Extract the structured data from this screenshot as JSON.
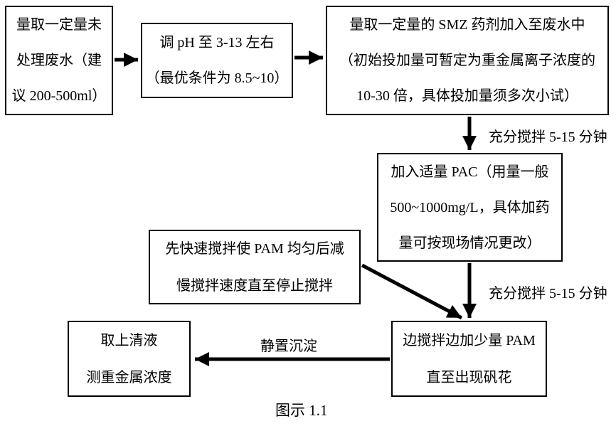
{
  "diagram": {
    "caption": "图示 1.1",
    "boxes": {
      "measure_wastewater": {
        "lines": [
          "量取一定量未",
          "处理废水（建",
          "议 200-500ml）"
        ]
      },
      "adjust_ph": {
        "lines": [
          "调 pH 至 3-13 左右",
          "（最优条件为 8.5~10）"
        ]
      },
      "add_smz": {
        "lines": [
          "量取一定量的 SMZ 药剂加入至废水中",
          "（初始投加量可暂定为重金属离子浓度的",
          "10-30 倍，具体投加量须多次小试）"
        ]
      },
      "add_pac": {
        "lines": [
          "加入适量 PAC（用量一般",
          "500~1000mg/L，具体加药",
          "量可按现场情况更改）"
        ]
      },
      "pam_stir": {
        "lines": [
          "先快速搅拌使 PAM 均匀后减",
          "慢搅拌速度直至停止搅拌"
        ]
      },
      "pam_add": {
        "lines": [
          "边搅拌边加少量 PAM",
          "直至出现矾花"
        ]
      },
      "take_supernatant": {
        "lines": [
          "取上清液",
          "测重金属浓度"
        ]
      }
    },
    "edge_labels": {
      "stir_1": "充分搅拌 5-15 分钟",
      "stir_2": "充分搅拌 5-15 分钟",
      "settle": "静置沉淀"
    },
    "colors": {
      "line": "#000000",
      "background": "#ffffff",
      "text": "#000000"
    }
  }
}
